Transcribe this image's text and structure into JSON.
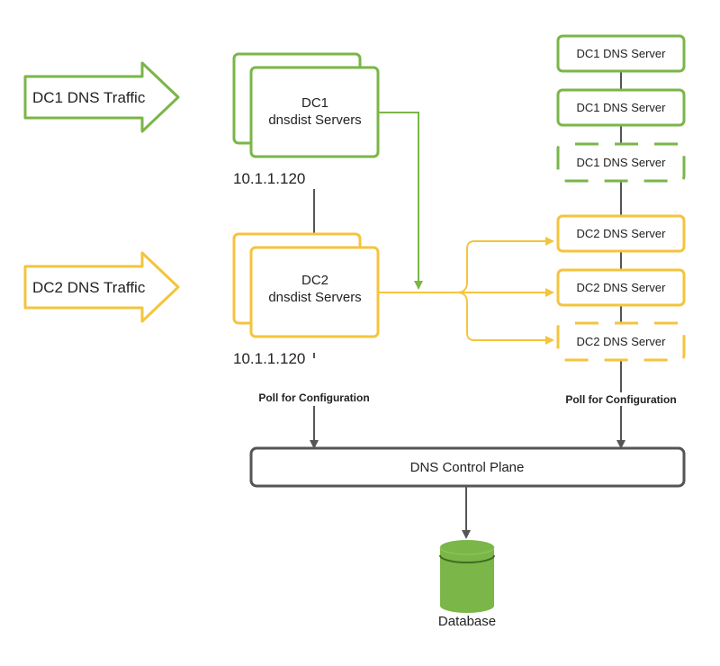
{
  "traffic": {
    "dc1": "DC1 DNS Traffic",
    "dc2": "DC2 DNS Traffic"
  },
  "dnsdist": {
    "dc1": {
      "line1": "DC1",
      "line2": "dnsdist Servers",
      "ip": "10.1.1.120"
    },
    "dc2": {
      "line1": "DC2",
      "line2": "dnsdist Servers",
      "ip": "10.1.1.120"
    }
  },
  "dns_servers": {
    "dc1": [
      "DC1 DNS Server",
      "DC1 DNS Server",
      "DC1 DNS Server"
    ],
    "dc2": [
      "DC2 DNS Server",
      "DC2 DNS Server",
      "DC2 DNS Server"
    ]
  },
  "poll_labels": [
    "Poll for Configuration",
    "Poll for Configuration"
  ],
  "control_plane": "DNS Control Plane",
  "database": "Database",
  "colors": {
    "dc1": "#7ab648",
    "dc2": "#f4c43c",
    "neutral": "#555555"
  }
}
